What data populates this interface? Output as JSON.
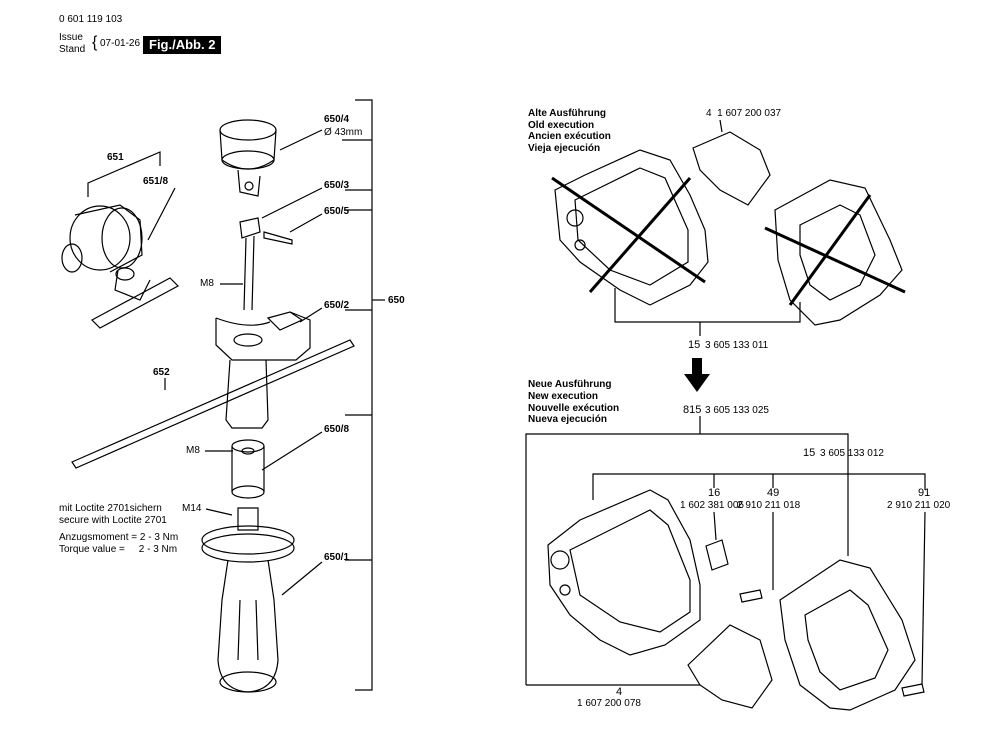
{
  "header": {
    "part_number": "0 601 119 103",
    "issue_label": "Issue",
    "stand_label": "Stand",
    "date": "07-01-26",
    "figure": "Fig./Abb. 2"
  },
  "left_diagram": {
    "labels": {
      "p650_4": "650/4",
      "p650_4_dia": "Ø 43mm",
      "p651": "651",
      "p651_8": "651/8",
      "p650_3": "650/3",
      "p650_5": "650/5",
      "m8_a": "M8",
      "p650_2": "650/2",
      "p650": "650",
      "p652": "652",
      "p650_8": "650/8",
      "m8_b": "M8",
      "m14": "M14",
      "p650_1": "650/1"
    },
    "notes": {
      "loctite_de": "mit Loctite 2701sichern",
      "loctite_en": "secure with Loctite 2701",
      "torque_de": "Anzugsmoment = 2 - 3 Nm",
      "torque_en": "Torque value =     2 - 3 Nm"
    }
  },
  "right_diagram": {
    "old_execution": [
      "Alte Ausführung",
      "Old execution",
      "Ancien exécution",
      "Vieja ejecución"
    ],
    "new_execution": [
      "Neue Ausführung",
      "New execution",
      "Nouvelle exécution",
      "Nueva ejecución"
    ],
    "parts": {
      "old_4": "4  1 607 200 037",
      "old_15_num": "15",
      "old_15_code": "3 605 133 011",
      "new_815_num": "815",
      "new_815_code": "3 605 133 025",
      "new_15_num": "15",
      "new_15_code": "3 605 133 012",
      "p16_num": "16",
      "p16_code": "1 602 381 006",
      "p49_num": "49",
      "p49_code": "2 910 211 018",
      "p91_num": "91",
      "p91_code": "2 910 211 020",
      "p4_num": "4",
      "p4_code": "1 607 200 078"
    }
  }
}
